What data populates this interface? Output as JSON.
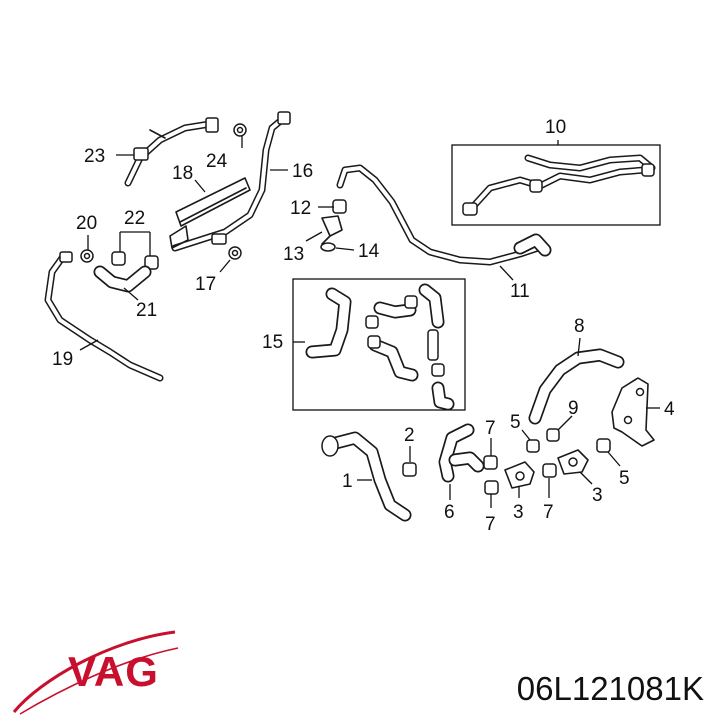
{
  "callouts": {
    "c1": "1",
    "c2": "2",
    "c3a": "3",
    "c3b": "3",
    "c4": "4",
    "c5a": "5",
    "c5b": "5",
    "c6": "6",
    "c7a": "7",
    "c7b": "7",
    "c7c": "7",
    "c8": "8",
    "c9": "9",
    "c10": "10",
    "c11": "11",
    "c12": "12",
    "c13": "13",
    "c14": "14",
    "c15": "15",
    "c16": "16",
    "c17": "17",
    "c18": "18",
    "c19": "19",
    "c20": "20",
    "c21": "21",
    "c22": "22",
    "c23": "23",
    "c24": "24"
  },
  "brand": {
    "name": "VAG",
    "color": "#c8102e"
  },
  "part_number": "06L121081K"
}
